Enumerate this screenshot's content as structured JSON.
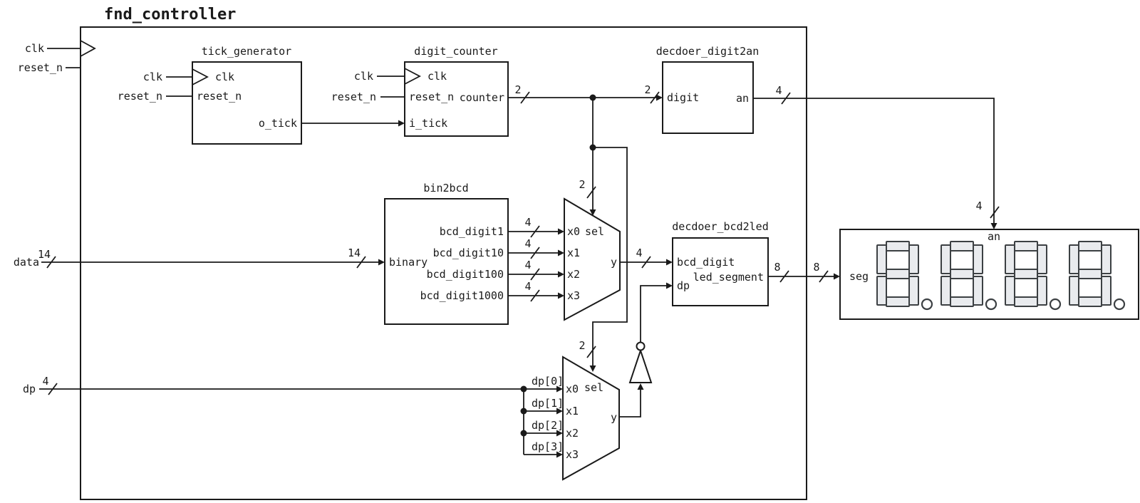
{
  "title": "fnd_controller",
  "colors": {
    "line": "#1a1a1a",
    "segment_fill": "#e9ebee",
    "segment_stroke": "#3c4043",
    "background": "#ffffff"
  },
  "io": {
    "clk": "clk",
    "reset_n": "reset_n",
    "data": "data",
    "dp": "dp"
  },
  "widths": {
    "w2": "2",
    "w4": "4",
    "w8": "8",
    "w14": "14"
  },
  "tick_generator": {
    "title": "tick_generator",
    "clk": "clk",
    "reset_n": "reset_n",
    "o_tick": "o_tick"
  },
  "digit_counter": {
    "title": "digit_counter",
    "clk": "clk",
    "reset_n": "reset_n",
    "i_tick": "i_tick",
    "counter": "counter"
  },
  "bin2bcd": {
    "title": "bin2bcd",
    "binary": "binary",
    "d1": "bcd_digit1",
    "d10": "bcd_digit10",
    "d100": "bcd_digit100",
    "d1000": "bcd_digit1000"
  },
  "digit2an": {
    "title": "decdoer_digit2an",
    "digit": "digit",
    "an": "an"
  },
  "bcd2led": {
    "title": "decdoer_bcd2led",
    "bcd_digit": "bcd_digit",
    "dp": "dp",
    "led_segment": "led_segment"
  },
  "mux1": {
    "x0": "x0",
    "x1": "x1",
    "x2": "x2",
    "x3": "x3",
    "sel": "sel",
    "y": "y"
  },
  "mux2": {
    "x0": "x0",
    "x1": "x1",
    "x2": "x2",
    "x3": "x3",
    "sel": "sel",
    "y": "y",
    "dp0": "dp[0]",
    "dp1": "dp[1]",
    "dp2": "dp[2]",
    "dp3": "dp[3]"
  },
  "display": {
    "an": "an",
    "seg": "seg",
    "digit_count": 4
  }
}
